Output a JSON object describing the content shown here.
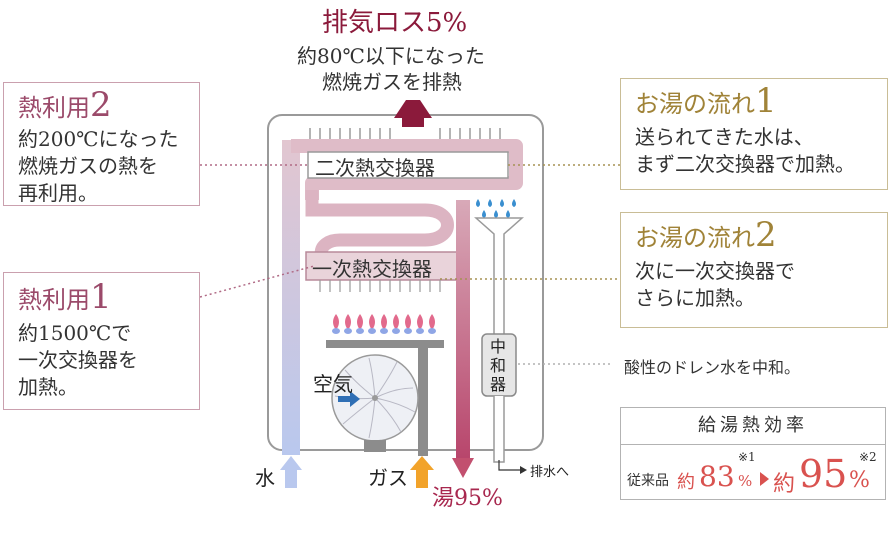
{
  "colors": {
    "heat_accent": "#9b4a6a",
    "flow_accent": "#a08338",
    "red_figure": "#d9524f",
    "water_blue": "#bcc9ea",
    "hot_pink": "#c46b8a",
    "gas_orange": "#f2a32a",
    "exhaust_red": "#8b1a3b"
  },
  "exhaust": {
    "title": "排気ロス5%",
    "line1": "約80℃以下になった",
    "line2": "燃焼ガスを排熱"
  },
  "heat2": {
    "title_prefix": "熱利用",
    "title_num": "2",
    "line1": "約200℃になった",
    "line2": "燃焼ガスの熱を",
    "line3": "再利用。"
  },
  "heat1": {
    "title_prefix": "熱利用",
    "title_num": "1",
    "line1": "約1500℃で",
    "line2": "一次交換器を",
    "line3": "加熱。"
  },
  "flow1": {
    "title_prefix": "お湯の流れ",
    "title_num": "1",
    "line1": "送られてきた水は、",
    "line2": "まず二次交換器で加熱。"
  },
  "flow2": {
    "title_prefix": "お湯の流れ",
    "title_num": "2",
    "line1": "次に一次交換器で",
    "line2": "さらに加熱。"
  },
  "diagram": {
    "secondary_exchanger": "二次熱交換器",
    "primary_exchanger": "一次熱交換器",
    "air": "空気",
    "neutralizer": [
      "中",
      "和",
      "器"
    ],
    "water": "水",
    "gas": "ガス",
    "hot_water": "湯95%",
    "drain": "排水へ"
  },
  "neutralizer_note": "酸性のドレン水を中和。",
  "efficiency": {
    "title": "給湯熱効率",
    "old_label": "従来品",
    "approx": "約",
    "old_value": "83",
    "new_value": "95",
    "percent": "%",
    "note1": "※1",
    "note2": "※2"
  }
}
